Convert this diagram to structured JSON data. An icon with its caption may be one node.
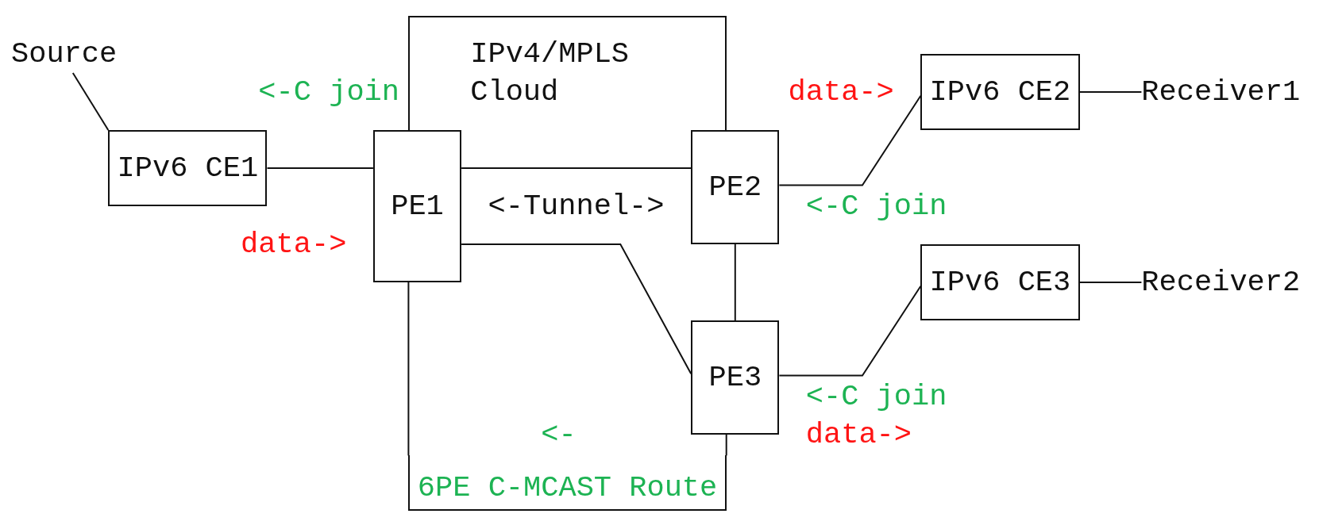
{
  "diagram": {
    "nodes": [
      {
        "text": [
          "Source"
        ]
      },
      {
        "text": [
          "IPv4/MPLS Cloud"
        ]
      },
      {
        "text": [
          "IPv6 CE2"
        ]
      },
      {
        "text": [
          "Receiver1"
        ]
      },
      {
        "text": [
          "IPv6 CE1"
        ]
      },
      {
        "text": [
          "PE1"
        ]
      },
      {
        "text": [
          "PE2"
        ]
      },
      {
        "text": [
          "IPv6 CE3"
        ]
      },
      {
        "text": [
          "Receiver2"
        ]
      },
      {
        "text": [
          "PE3"
        ]
      },
      {
        "text": [
          "6PE C-MCAST Route"
        ]
      }
    ],
    "edges": [
      {
        "from": 0,
        "to": 4,
        "arrow": "none"
      },
      {
        "from": 2,
        "to": 3,
        "arrow": "none"
      },
      {
        "from": 4,
        "to": 5,
        "arrow": "none"
      },
      {
        "from": 5,
        "to": 6,
        "arrow": "none",
        "label": "<-Tunnel->"
      },
      {
        "from": 6,
        "to": 2,
        "arrow": "none"
      },
      {
        "from": 5,
        "to": 9,
        "arrow": "none"
      },
      {
        "from": 6,
        "to": 9,
        "arrow": "none"
      },
      {
        "from": 7,
        "to": 8,
        "arrow": "none"
      },
      {
        "from": 9,
        "to": 7,
        "arrow": "none"
      },
      {
        "from": 5,
        "to": 10,
        "arrow": "none"
      },
      {
        "from": 9,
        "to": 10,
        "arrow": "none"
      }
    ],
    "labels": [
      "<-C join",
      "data->",
      "<-C join",
      "data->",
      "<-C join",
      "<-",
      "data->"
    ]
  }
}
